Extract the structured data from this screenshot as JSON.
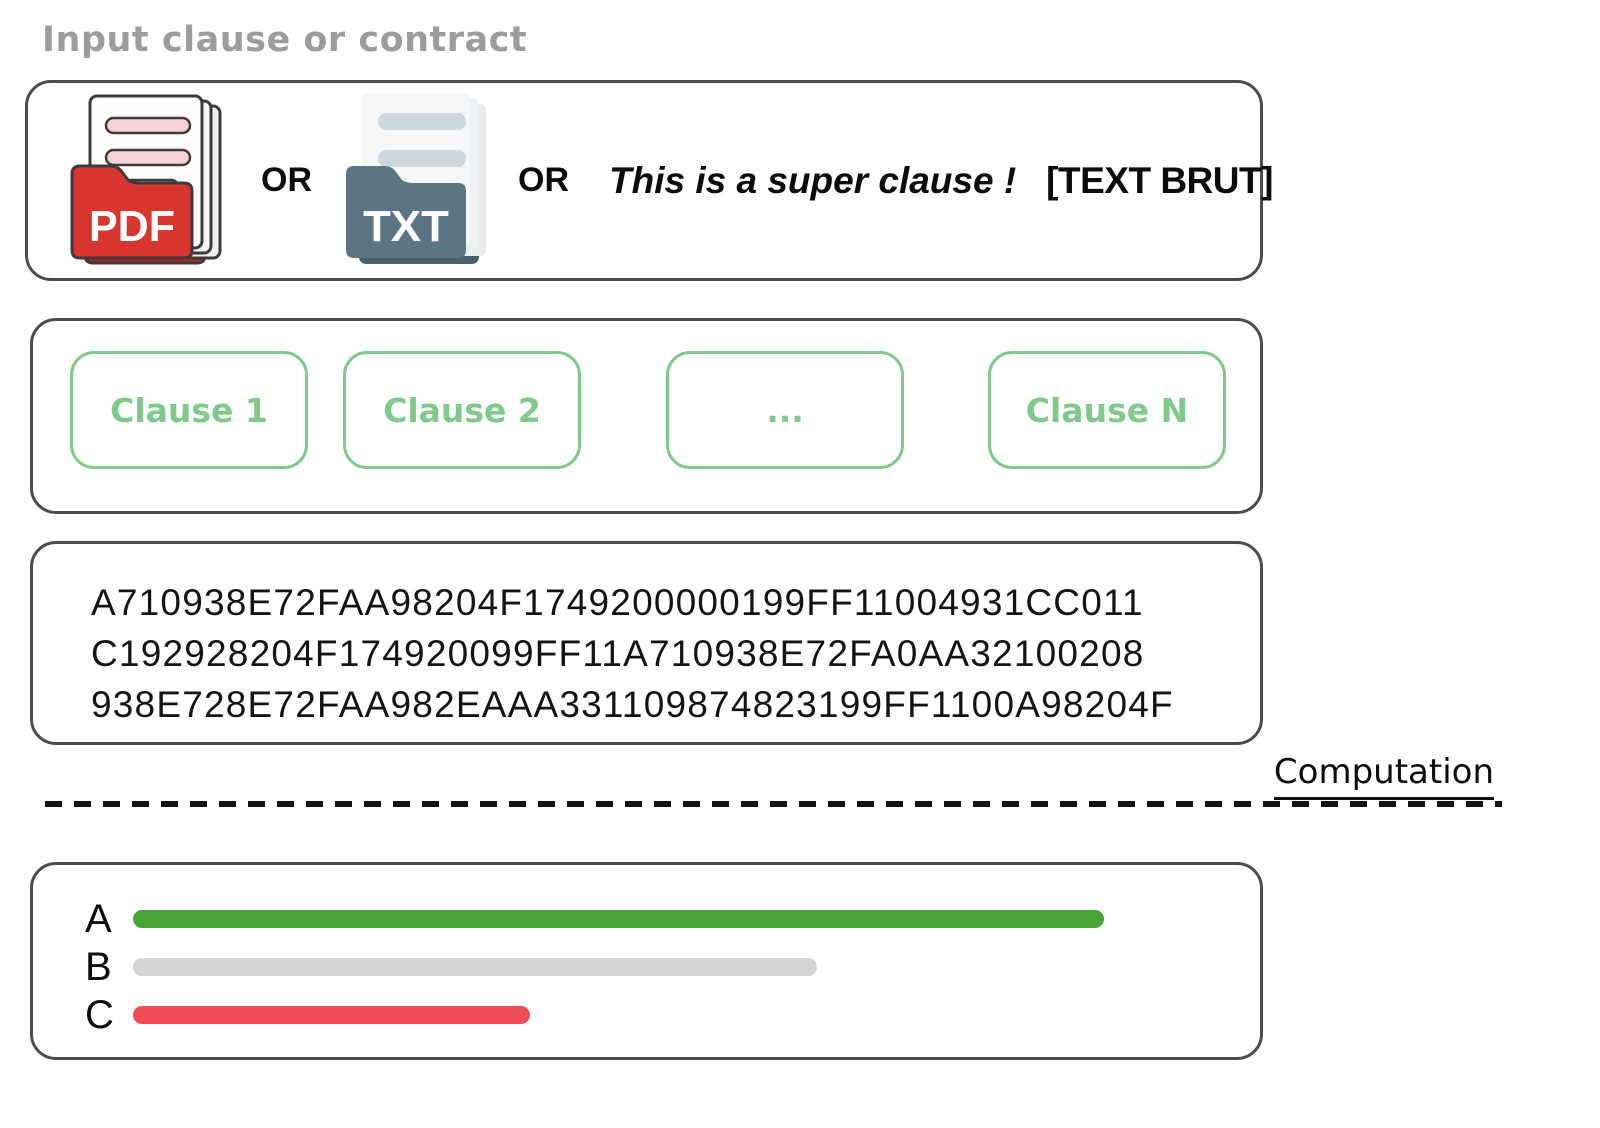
{
  "title": "Input clause or contract",
  "input_box": {
    "pdf_icon_label": "PDF",
    "txt_icon_label": "TXT",
    "or_1": "OR",
    "or_2": "OR",
    "example_text": "This is a super clause !",
    "raw_text_tag": "[TEXT BRUT]"
  },
  "clauses": {
    "items": [
      {
        "label": "Clause 1"
      },
      {
        "label": "Clause 2"
      },
      {
        "label": "..."
      },
      {
        "label": "Clause N"
      }
    ]
  },
  "encoding": {
    "lines": [
      "A710938E72FAA98204F1749200000199FF11004931CC011",
      "C192928204F174920099FF11A710938E72FA0AA32100208",
      "938E728E72FAA982EAAA331109874823199FF1100A98204F"
    ]
  },
  "computation_label": "Computation",
  "results": {
    "bars": [
      {
        "label": "A",
        "color": "#47a435",
        "width_pct": 88
      },
      {
        "label": "B",
        "color": "#d4d4d4",
        "width_pct": 62
      },
      {
        "label": "C",
        "color": "#f04b57",
        "width_pct": 36
      }
    ]
  },
  "colors": {
    "box_border": "#4c4c4c",
    "title_gray": "#9c9c9c",
    "clause_green": "#7fc98a",
    "bar_green": "#47a435",
    "bar_gray": "#d4d4d4",
    "bar_red": "#f04b57",
    "pdf_red": "#d8352e",
    "pdf_red_dark": "#b12a24",
    "pdf_line_pink": "#f9d2d6",
    "txt_slate": "#5b7584",
    "txt_slate_dark": "#47606e",
    "txt_line_gray": "#ccd7de"
  }
}
